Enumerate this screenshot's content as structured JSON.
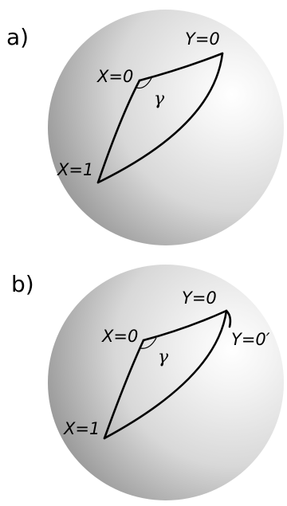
{
  "panels": [
    {
      "label": "a)",
      "points": {
        "x0": "X=0",
        "y0": "Y=0",
        "x1": "X=1"
      },
      "angle": "γ"
    },
    {
      "label": "b)",
      "points": {
        "x0": "X=0",
        "y0": "Y=0",
        "y0prime": "Y=0′",
        "x1": "X=1"
      },
      "angle": "γ"
    }
  ],
  "colors": {
    "sphere_highlight": "#ffffff",
    "sphere_mid": "#d8d8d8",
    "sphere_edge": "#8a8a8a",
    "lines": "#000000"
  }
}
